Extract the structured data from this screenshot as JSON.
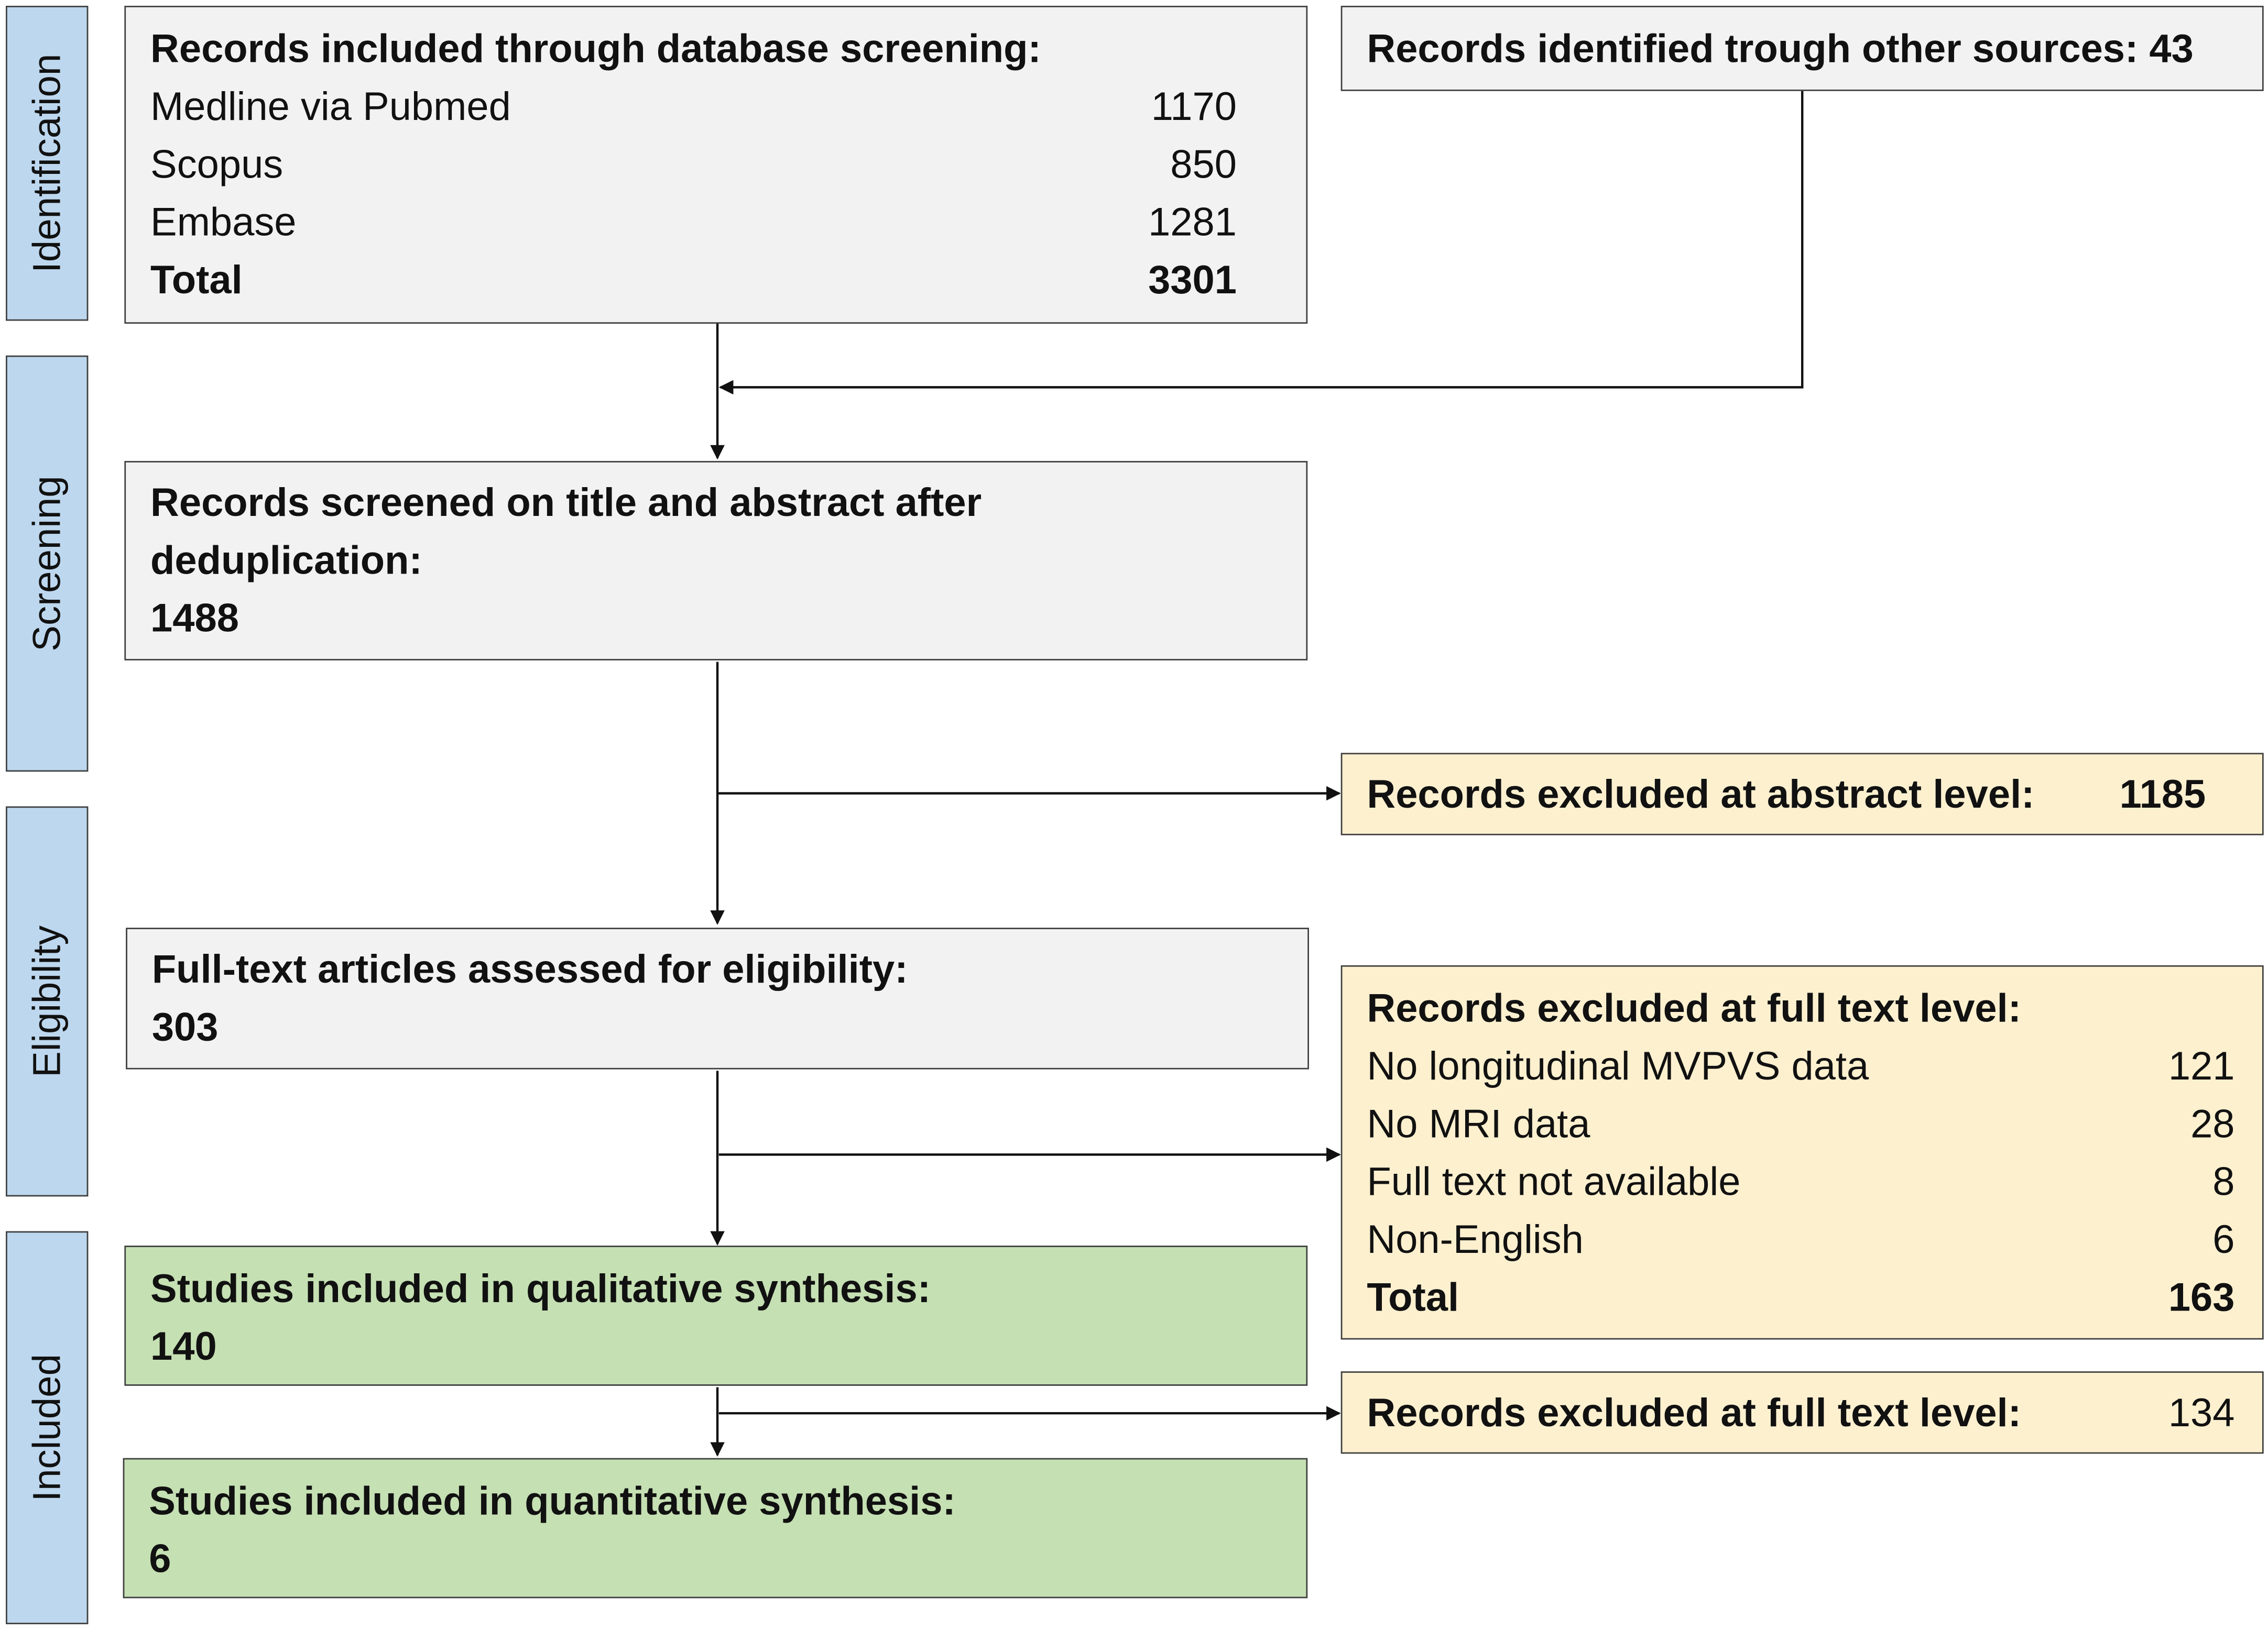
{
  "phases": {
    "identification": "Identification",
    "screening": "Screening",
    "eligibility": "Eligibility",
    "included": "Included"
  },
  "db_screening": {
    "heading": "Records included through database screening:",
    "rows": [
      {
        "label": "Medline via Pubmed",
        "value": "1170"
      },
      {
        "label": "Scopus",
        "value": "850"
      },
      {
        "label": "Embase",
        "value": "1281"
      },
      {
        "label": "Total",
        "value": "3301"
      }
    ]
  },
  "other_sources": {
    "text": "Records identified trough other sources: 43"
  },
  "screened": {
    "line1": "Records screened on title and abstract after",
    "line2": "deduplication:",
    "value": "1488"
  },
  "excluded_abstract": {
    "label": "Records excluded at abstract level:",
    "value": "1185"
  },
  "fulltext_assessed": {
    "heading": "Full-text articles assessed for eligibility:",
    "value": "303"
  },
  "excluded_fulltext": {
    "heading": "Records excluded at full text level:",
    "rows": [
      {
        "label": "No longitudinal MVPVS data",
        "value": "121"
      },
      {
        "label": "No MRI data",
        "value": "28"
      },
      {
        "label": "Full text not available",
        "value": "8"
      },
      {
        "label": "Non-English",
        "value": "6"
      },
      {
        "label": "Total",
        "value": "163"
      }
    ]
  },
  "qualitative": {
    "heading": "Studies included in qualitative synthesis:",
    "value": "140"
  },
  "excluded_fulltext_2": {
    "label": "Records excluded at full text level:",
    "value": "134"
  },
  "quantitative": {
    "heading": "Studies included in quantitative synthesis:",
    "value": "6"
  }
}
